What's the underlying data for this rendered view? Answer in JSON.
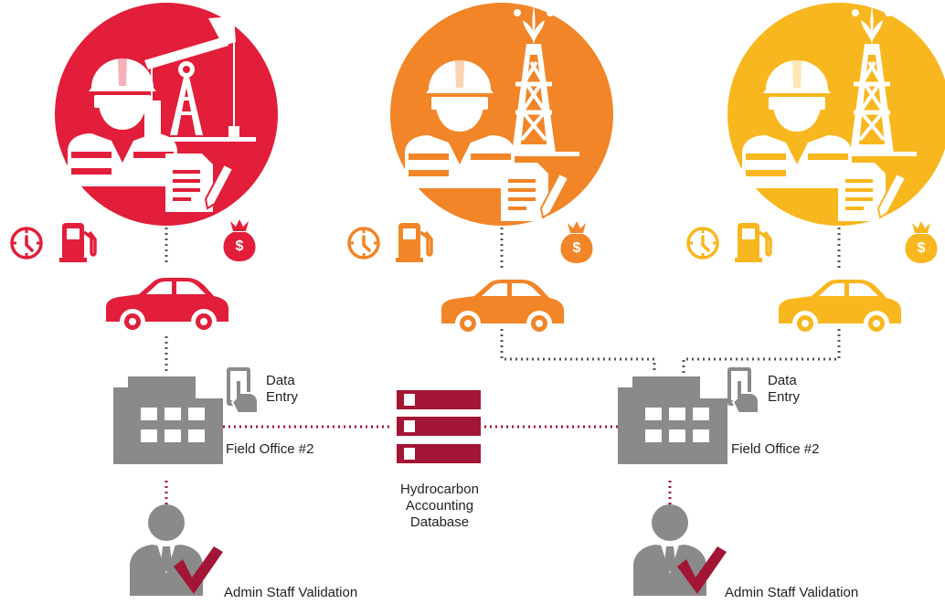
{
  "colors": {
    "red": "#E21E3A",
    "orange": "#F28527",
    "yellow": "#F8B71E",
    "gray": "#8A8A8A",
    "dark_red": "#A31535",
    "dark_red_line": "#A31535",
    "gray_line": "#555555"
  },
  "field_office_left": {
    "label": "Field Office #2",
    "data_entry": [
      "Data",
      "Entry"
    ],
    "validation": "Admin Staff Validation"
  },
  "field_office_right": {
    "label": "Field Office #2",
    "data_entry": [
      "Data",
      "Entry"
    ],
    "validation": "Admin Staff Validation"
  },
  "database": {
    "label": [
      "Hydrocarbon",
      "Accounting",
      "Database"
    ]
  },
  "money_symbol": "$",
  "icons": [
    "pumpjack-icon",
    "oil-rig-icon",
    "field-worker-icon",
    "document-pen-icon",
    "clock-icon",
    "fuel-pump-icon",
    "money-bag-icon",
    "car-icon",
    "office-building-icon",
    "tablet-tap-icon",
    "database-icon",
    "admin-validation-icon",
    "checkmark-icon"
  ]
}
